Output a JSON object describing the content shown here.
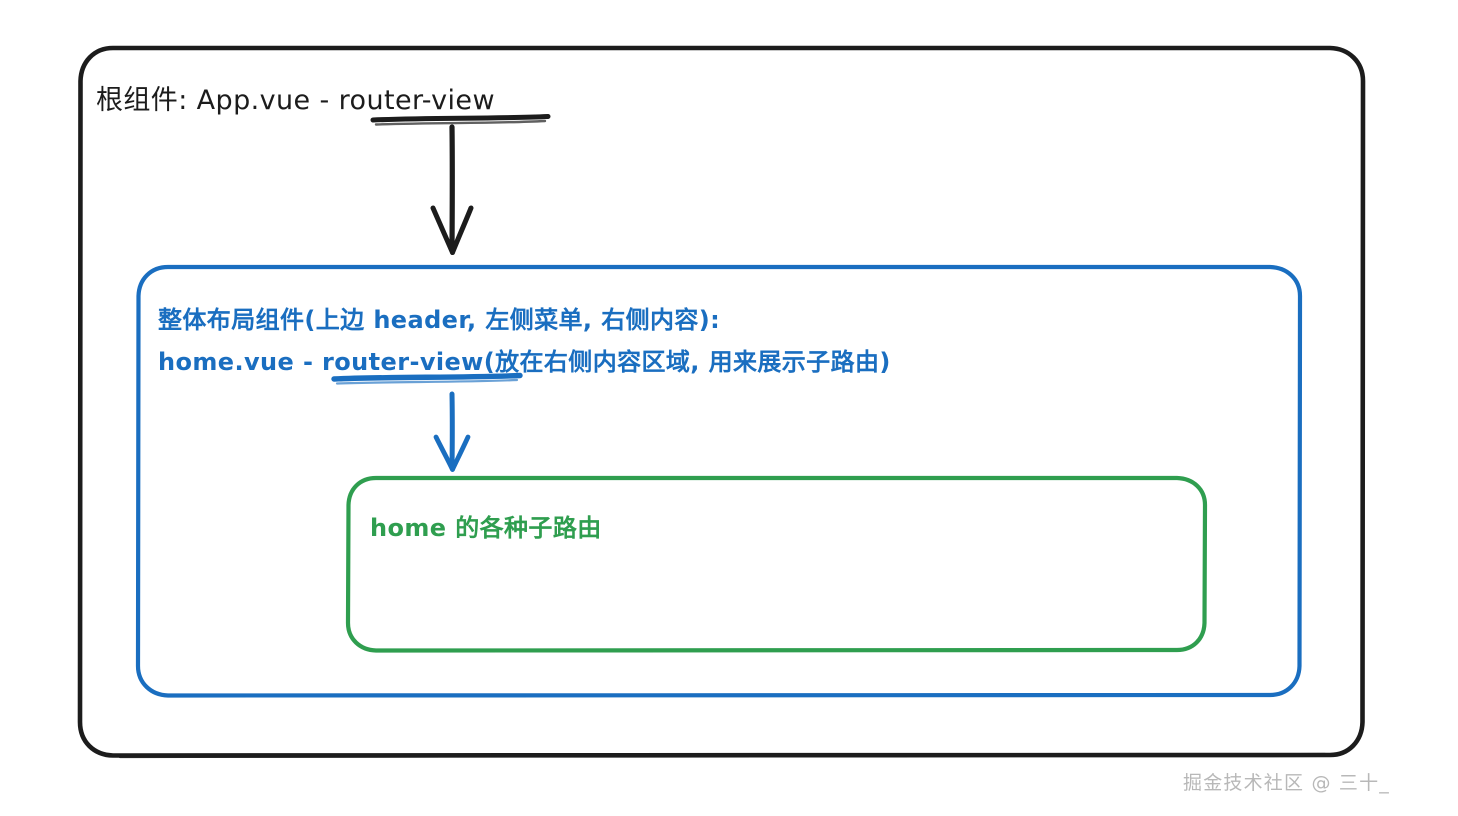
{
  "diagram": {
    "title": "Vue router-view nesting structure",
    "background_color": "#ffffff",
    "root_box": {
      "label": "根组件: App.vue - router-view",
      "underlined_part": "router-view",
      "border_color": "#1c1c1c",
      "text_color": "#1c1c1c"
    },
    "layout_box": {
      "label_line1": "整体布局组件(上边 header, 左侧菜单, 右侧内容):",
      "label_line2": "home.vue - router-view(放在右侧内容区域, 用来展示子路由)",
      "underlined_part": "router-view",
      "border_color": "#1a6ec0",
      "text_color": "#1a6ec0"
    },
    "child_box": {
      "label": "home 的各种子路由",
      "border_color": "#2f9e4f",
      "text_color": "#2f9e4f"
    },
    "arrows": [
      {
        "name": "root-to-layout-arrow",
        "color": "#1c1c1c"
      },
      {
        "name": "layout-to-child-arrow",
        "color": "#1a6ec0"
      }
    ],
    "watermark": "掘金技术社区 @ 三十_"
  }
}
